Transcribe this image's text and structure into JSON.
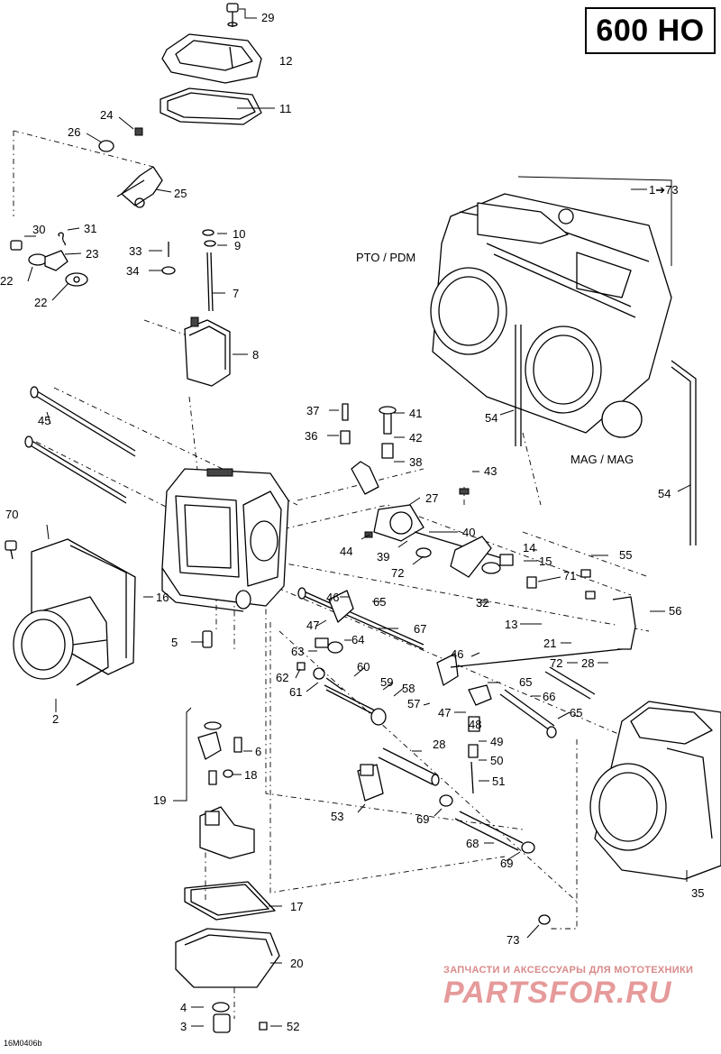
{
  "model_label": "600 HO",
  "side_labels": {
    "pto": "PTO / PDM",
    "mag": "MAG / MAG"
  },
  "drawing_ref": "16M0406b",
  "watermark": {
    "top_text": "ЗАПЧАСТИ И АКСЕССУАРЫ ДЛЯ МОТОТЕХНИКИ",
    "brand_text": "PARTSFOR.RU"
  },
  "callouts": {
    "c1_73": "1➔73",
    "c2": "2",
    "c3": "3",
    "c4": "4",
    "c5": "5",
    "c6": "6",
    "c7": "7",
    "c8": "8",
    "c9": "9",
    "c10": "10",
    "c11": "11",
    "c12": "12",
    "c13": "13",
    "c14": "14",
    "c15": "15",
    "c16": "16",
    "c17": "17",
    "c18": "18",
    "c19": "19",
    "c20": "20",
    "c21": "21",
    "c22a": "22",
    "c22b": "22",
    "c23": "23",
    "c24": "24",
    "c25": "25",
    "c26": "26",
    "c27": "27",
    "c28a": "28",
    "c28b": "28",
    "c29": "29",
    "c30": "30",
    "c31": "31",
    "c32": "32",
    "c33": "33",
    "c34": "34",
    "c35": "35",
    "c36": "36",
    "c37": "37",
    "c38": "38",
    "c39": "39",
    "c40": "40",
    "c41": "41",
    "c42": "42",
    "c43": "43",
    "c44": "44",
    "c45": "45",
    "c46a": "46",
    "c46b": "46",
    "c47a": "47",
    "c47b": "47",
    "c48": "48",
    "c49": "49",
    "c50": "50",
    "c51": "51",
    "c52": "52",
    "c53": "53",
    "c54a": "54",
    "c54b": "54",
    "c55": "55",
    "c56": "56",
    "c57": "57",
    "c58": "58",
    "c59": "59",
    "c60": "60",
    "c61": "61",
    "c62": "62",
    "c63": "63",
    "c64": "64",
    "c65a": "65",
    "c65b": "65",
    "c65c": "65",
    "c66": "66",
    "c67": "67",
    "c68": "68",
    "c69a": "69",
    "c69b": "69",
    "c70": "70",
    "c71": "71",
    "c72a": "72",
    "c72b": "72",
    "c73": "73"
  }
}
